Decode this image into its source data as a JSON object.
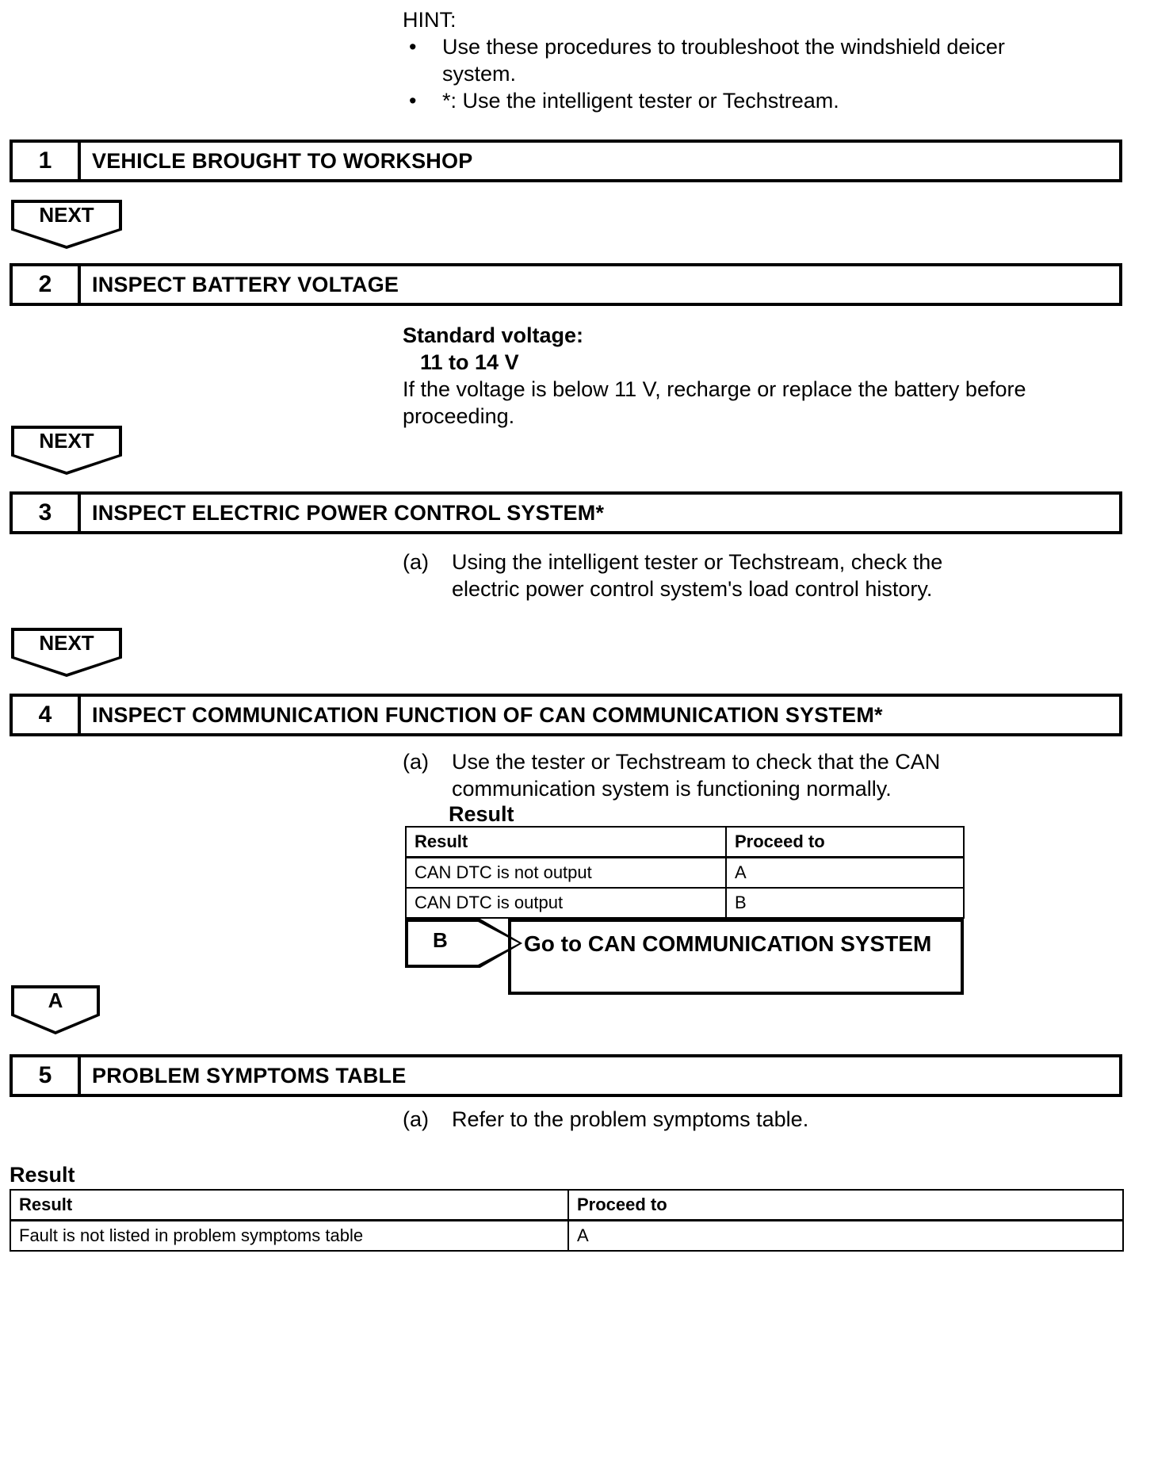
{
  "hint": {
    "title": "HINT:",
    "bullet_glyph": "•",
    "items": [
      "Use these procedures to troubleshoot the windshield deicer system.",
      "*: Use the intelligent tester or Techstream."
    ]
  },
  "steps": [
    {
      "number": "1",
      "title": "VEHICLE BROUGHT TO WORKSHOP"
    },
    {
      "number": "2",
      "title": "INSPECT BATTERY VOLTAGE",
      "spec_label": "Standard voltage:",
      "spec_value": "11 to 14 V",
      "note": "If the voltage is below 11 V, recharge or replace the battery before proceeding."
    },
    {
      "number": "3",
      "title": "INSPECT ELECTRIC POWER CONTROL SYSTEM*",
      "item_marker": "(a)",
      "item_text": "Using the intelligent tester or Techstream, check the electric power control system's load control history."
    },
    {
      "number": "4",
      "title": "INSPECT COMMUNICATION FUNCTION OF CAN COMMUNICATION SYSTEM*",
      "item_marker": "(a)",
      "item_text": "Use the tester or Techstream to check that the CAN communication system is functioning normally.",
      "result_heading": "Result",
      "result_table": {
        "columns": [
          "Result",
          "Proceed to"
        ],
        "rows": [
          [
            "CAN DTC is not output",
            "A"
          ],
          [
            "CAN DTC is output",
            "B"
          ]
        ]
      },
      "branch": {
        "tag": "B",
        "target": "Go to CAN COMMUNICATION SYSTEM"
      }
    },
    {
      "number": "5",
      "title": "PROBLEM SYMPTOMS TABLE",
      "item_marker": "(a)",
      "item_text": "Refer to the problem symptoms table."
    }
  ],
  "connectors": [
    {
      "label": "NEXT"
    },
    {
      "label": "NEXT"
    },
    {
      "label": "NEXT"
    },
    {
      "label": "A"
    }
  ],
  "bottom_result": {
    "heading": "Result",
    "columns": [
      "Result",
      "Proceed to"
    ],
    "rows": [
      [
        "Fault is not listed in problem symptoms table",
        "A"
      ]
    ]
  }
}
